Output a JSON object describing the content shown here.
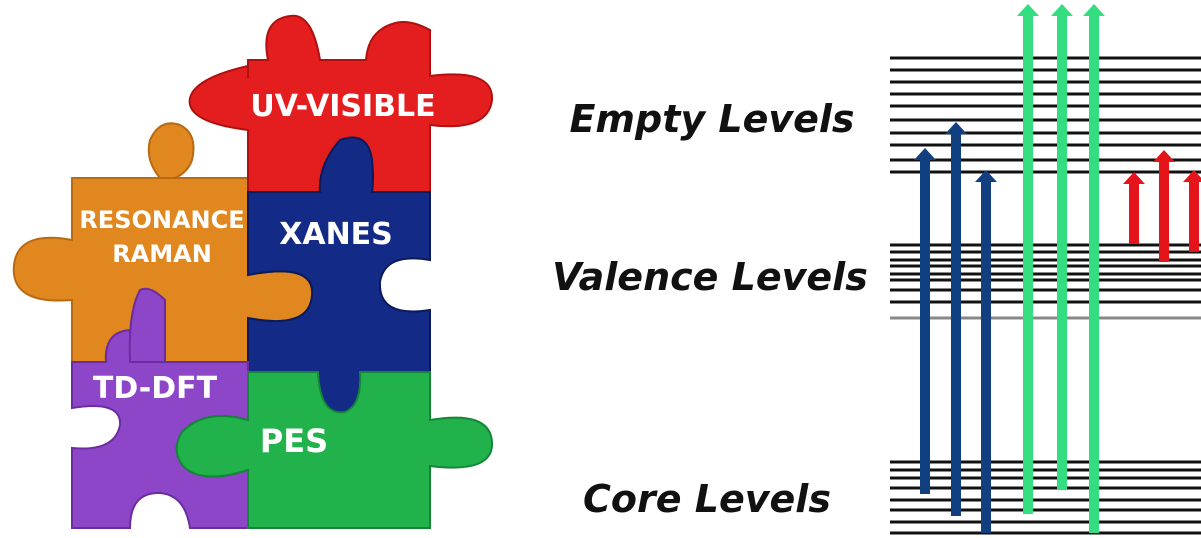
{
  "puzzle": {
    "pieces": [
      {
        "id": "uv",
        "lines": [
          "UV-VISIBLE"
        ],
        "color": "#e41e1e"
      },
      {
        "id": "resonance",
        "lines": [
          "RESONANCE",
          "RAMAN"
        ],
        "color": "#e0881f"
      },
      {
        "id": "xanes",
        "lines": [
          "XANES"
        ],
        "color": "#132a86"
      },
      {
        "id": "tddft",
        "lines": [
          "TD-DFT"
        ],
        "color": "#8e46c9"
      },
      {
        "id": "pes",
        "lines": [
          "PES"
        ],
        "color": "#21b24b"
      }
    ]
  },
  "levels": {
    "empty_label": "Empty Levels",
    "valence_label": "Valence Levels",
    "core_label": "Core Levels",
    "line_color": "#111111",
    "arrow_colors": {
      "blue": "#123f80",
      "green": "#33dd80",
      "red": "#e4141a"
    }
  }
}
